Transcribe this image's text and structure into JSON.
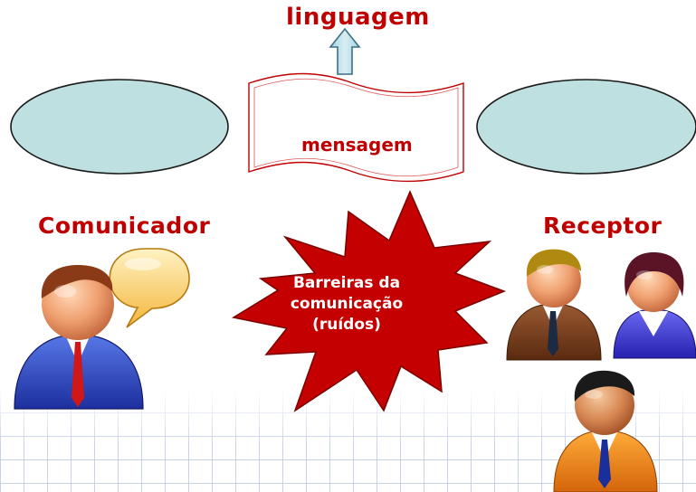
{
  "diagram": {
    "language_label": "linguagem",
    "message_label": "mensagem",
    "sender_label": "Comunicador",
    "receiver_label": "Receptor",
    "noise_label_lines": [
      "Barreiras da",
      "comunicação",
      "(ruídos)"
    ]
  },
  "colors": {
    "label_red": "#c00000",
    "ellipse_fill": "#bfe0e0",
    "starburst_fill": "#c00000",
    "arrow_fill": "#b7dde8",
    "grid_line": "#becbe2"
  },
  "icons": {
    "sender": "person-speaking-icon",
    "speech_bubble": "speech-bubble-icon",
    "receivers": [
      "person-brown-icon",
      "person-purple-icon",
      "person-orange-icon"
    ]
  }
}
